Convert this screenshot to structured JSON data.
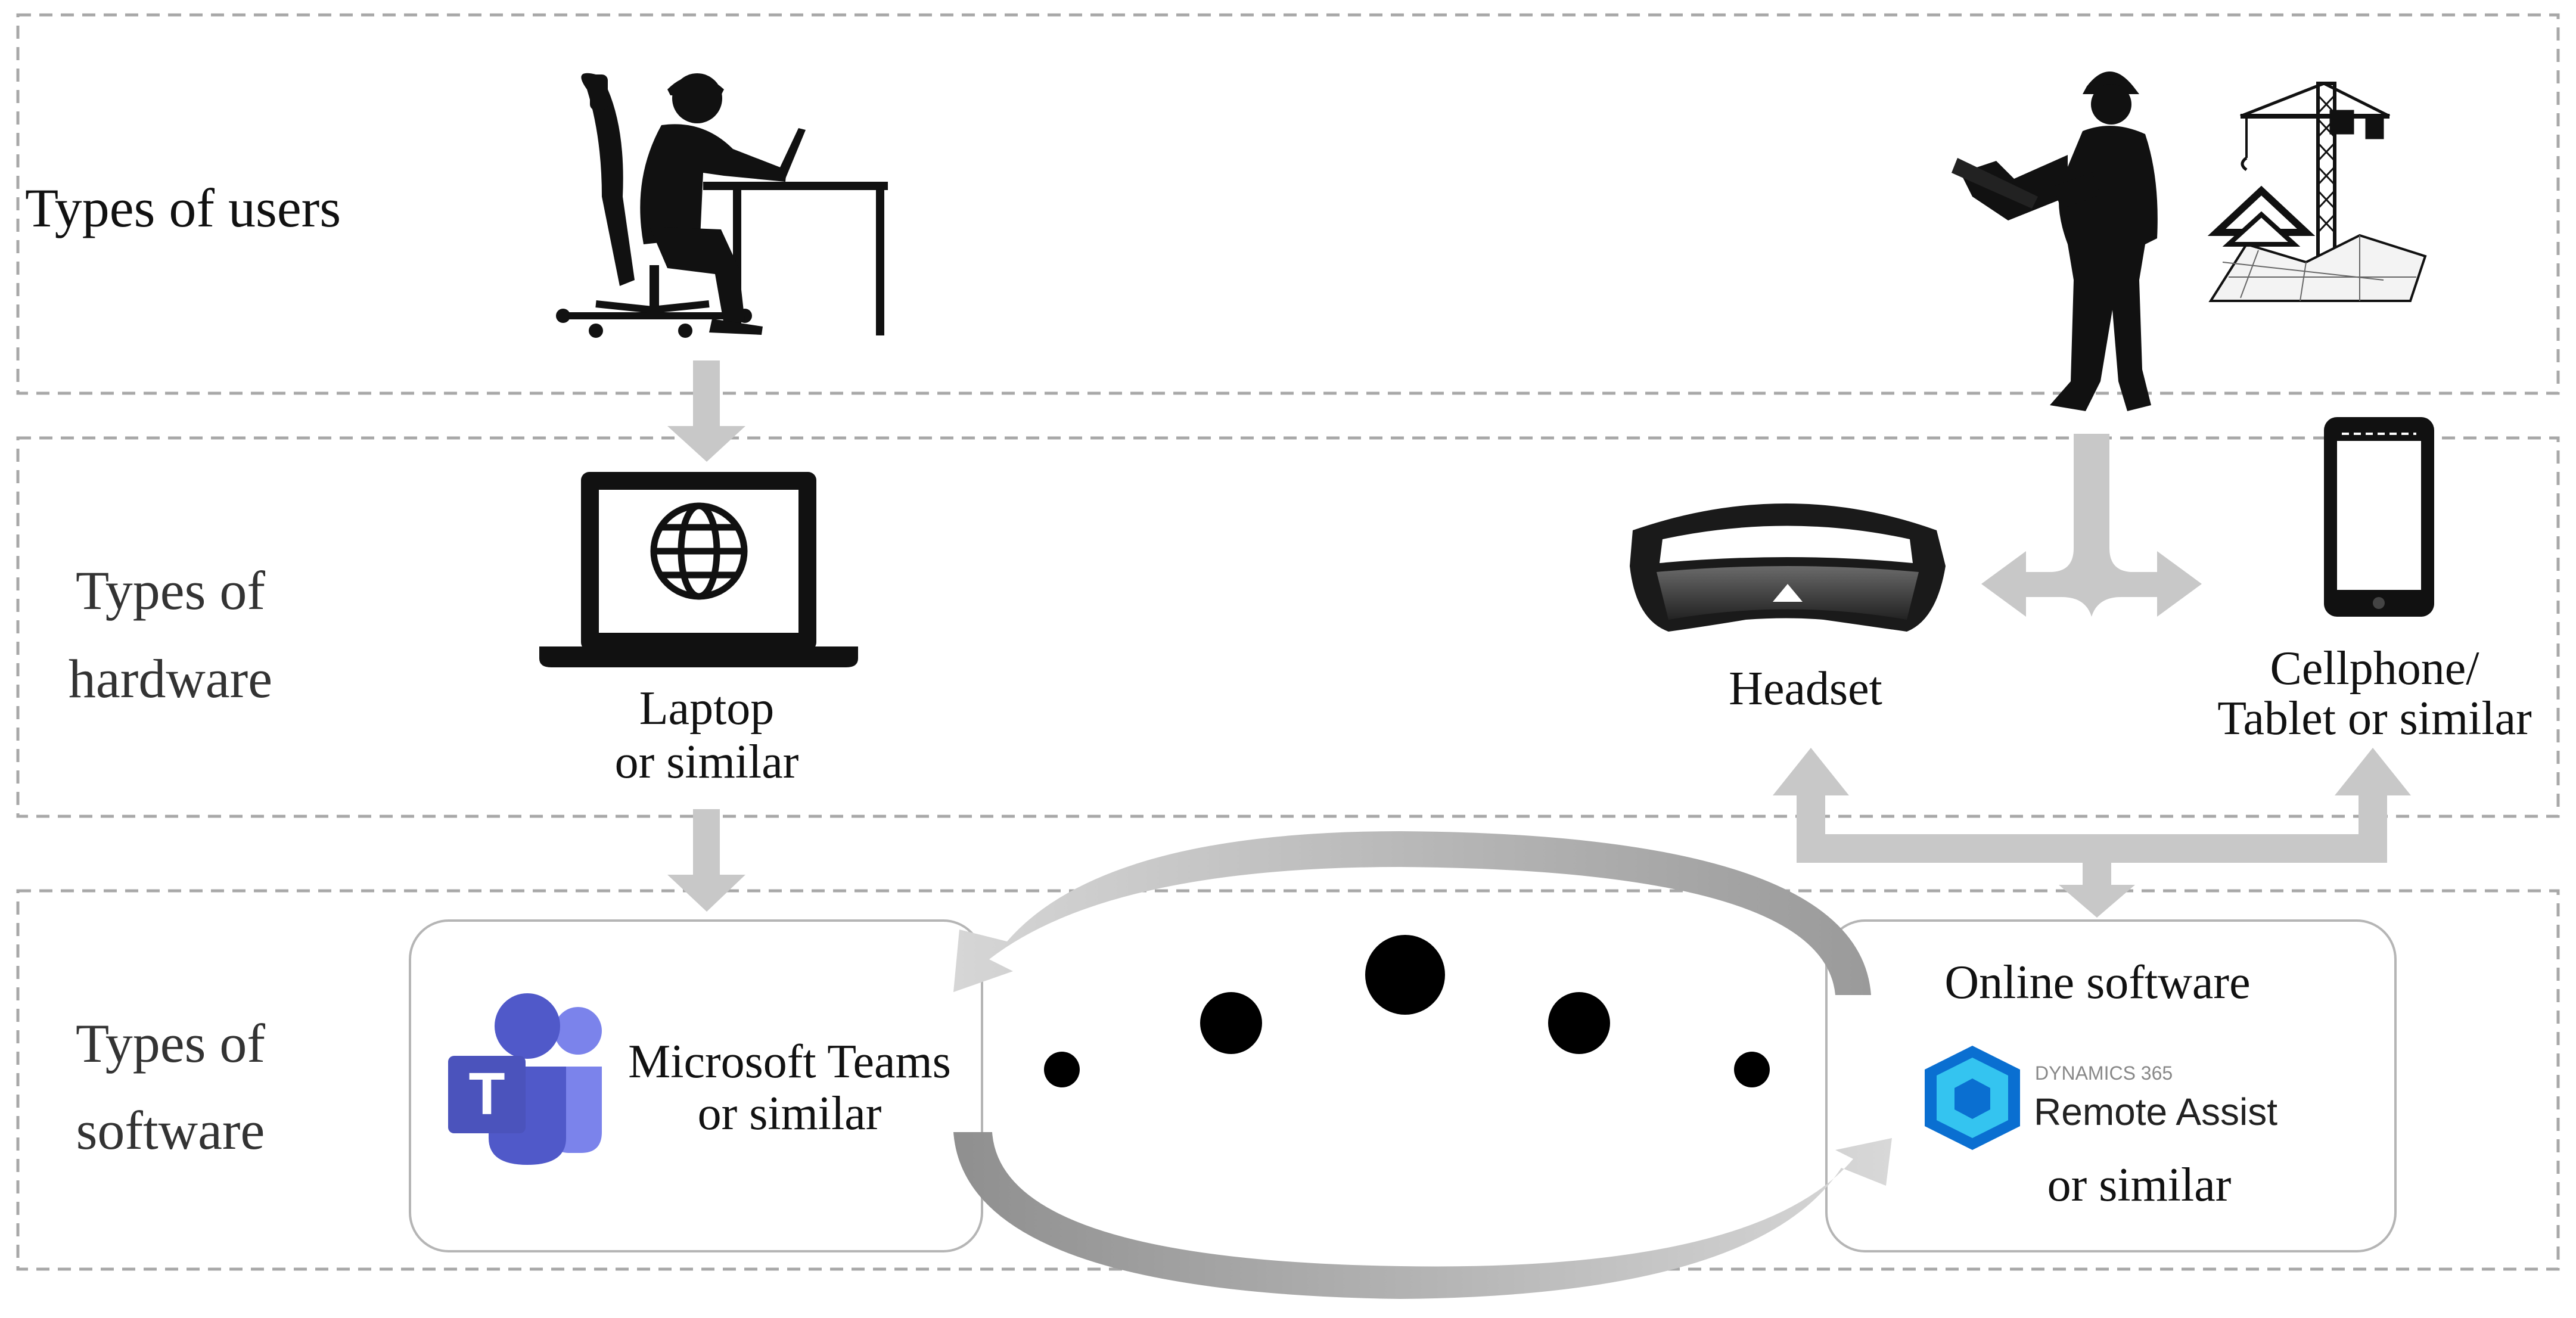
{
  "rows": {
    "users": {
      "label": "Types of users"
    },
    "hardware": {
      "label_line1": "Types of",
      "label_line2": "hardware"
    },
    "software": {
      "label_line1": "Types of",
      "label_line2": "software"
    }
  },
  "hardware": {
    "laptop": {
      "line1": "Laptop",
      "line2": "or similar"
    },
    "headset": {
      "label": "Headset"
    },
    "phone": {
      "line1": "Cellphone/",
      "line2": "Tablet or similar"
    }
  },
  "software": {
    "teams": {
      "line1": "Microsoft Teams",
      "line2": "or similar",
      "logo_letter": "T"
    },
    "online": {
      "title": "Online software",
      "brand_small": "DYNAMICS 365",
      "brand_big": "Remote Assist",
      "line2": "or similar"
    }
  },
  "colors": {
    "arrow": "#c8c8c8",
    "dash": "#a8a8a8",
    "silhouette": "#111111",
    "teams_dark": "#4b53bc",
    "teams_light": "#7b83eb",
    "dynamics_dark": "#0a6fd1",
    "dynamics_light": "#34c4f0"
  }
}
